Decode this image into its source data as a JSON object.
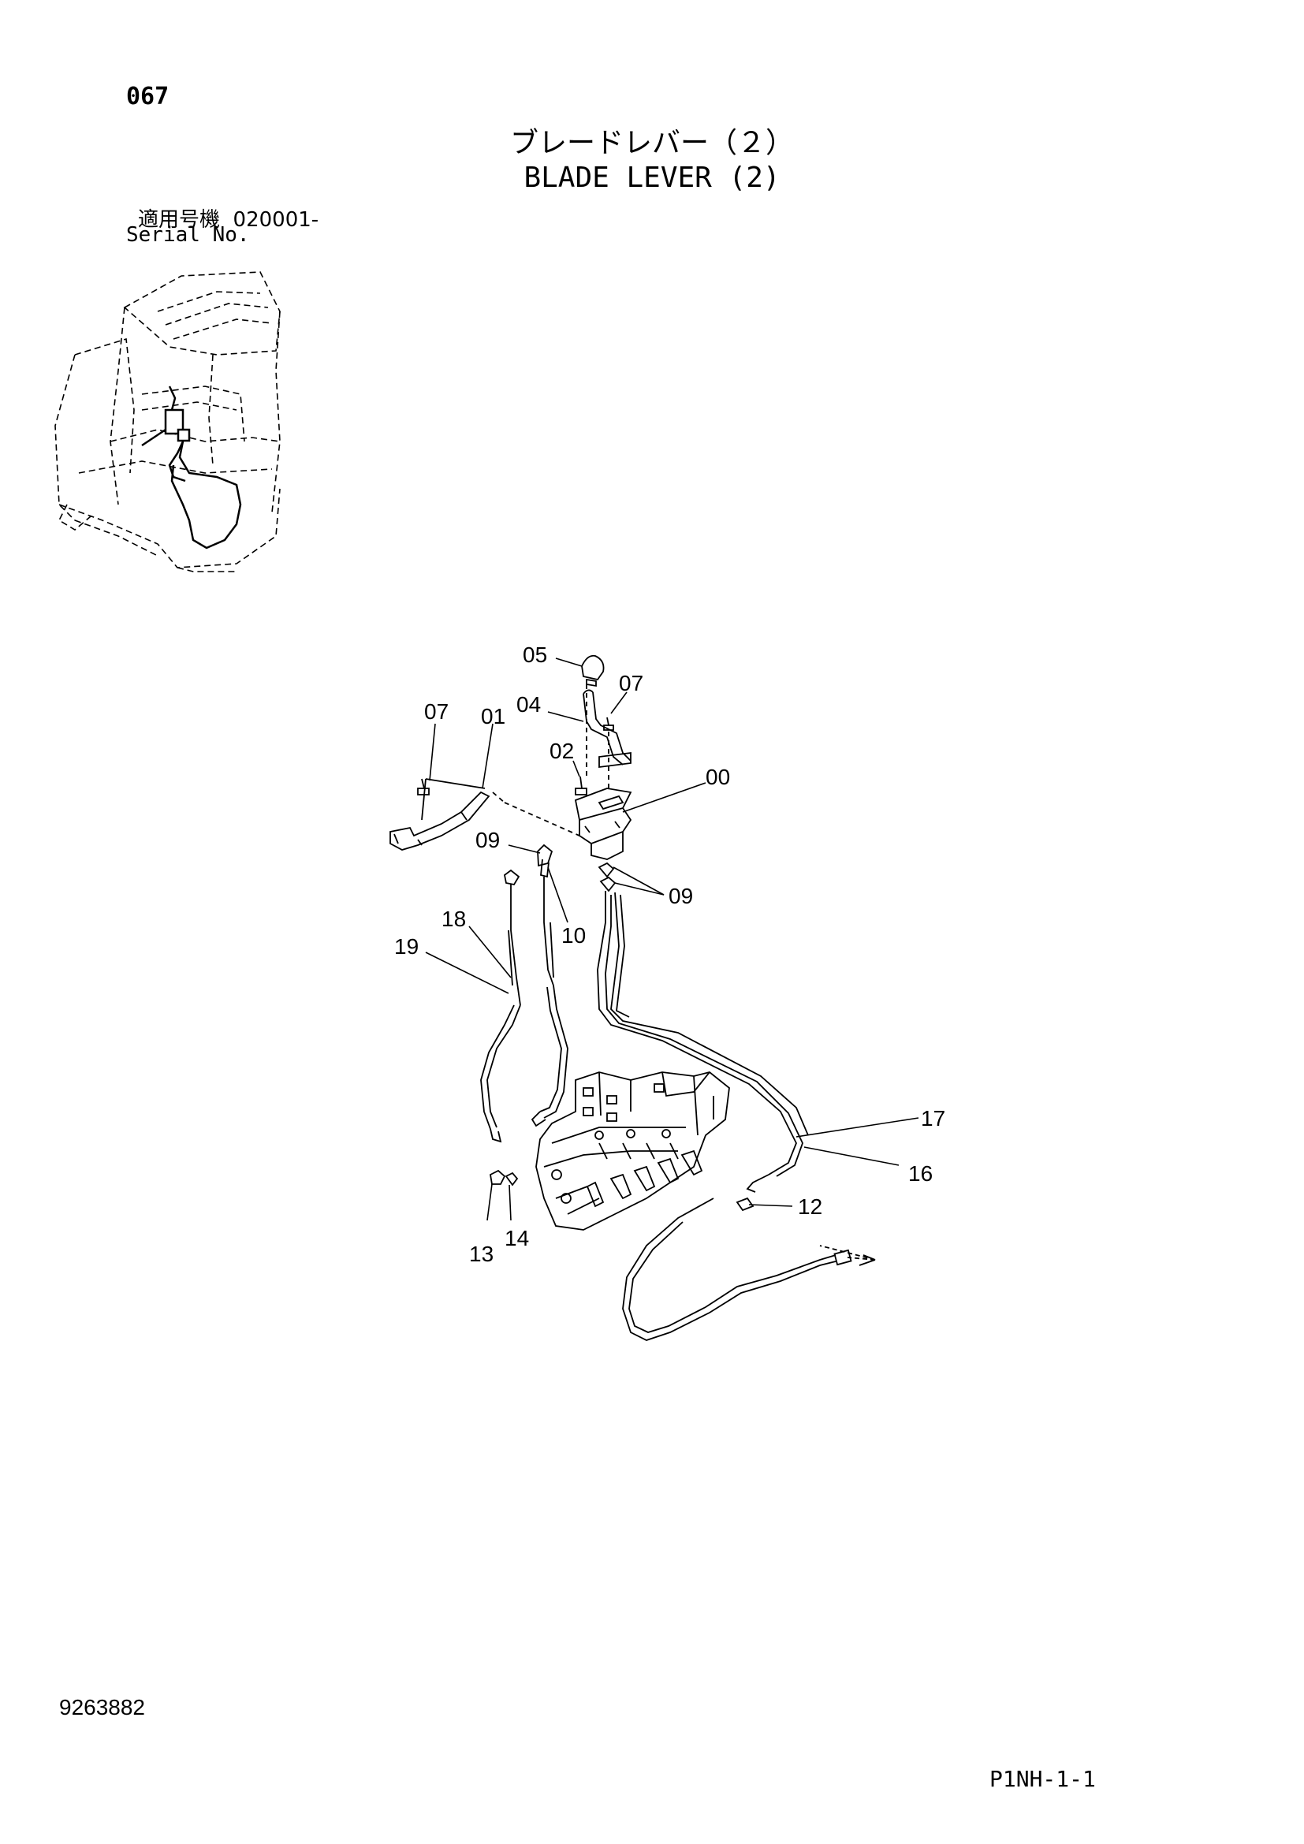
{
  "header": {
    "page_code": "067",
    "title_jp": "ブレードレバー（２）",
    "title_en": "BLADE LEVER (2)",
    "serial_label_jp": "適用号機",
    "serial_value": "020001-",
    "serial_label_en": "Serial No."
  },
  "diagram": {
    "callouts": [
      "05",
      "07",
      "04",
      "07",
      "01",
      "02",
      "00",
      "09",
      "09",
      "18",
      "10",
      "19",
      "17",
      "16",
      "12",
      "13",
      "14"
    ]
  },
  "footer": {
    "drawing_number": "9263882",
    "page_ref": "P1NH-1-1"
  }
}
